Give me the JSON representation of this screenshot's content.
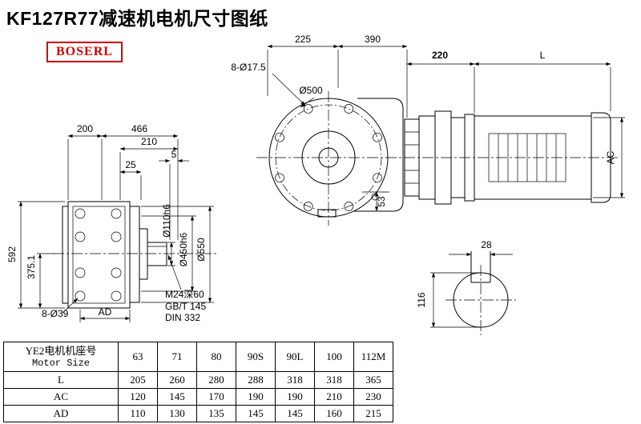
{
  "page": {
    "title": "KF127R77减速机电机尺寸图纸",
    "logo": "BOSERL"
  },
  "colors": {
    "brand_red": "#cc0000",
    "line": "#000000",
    "background": "#ffffff"
  },
  "drawing": {
    "front": {
      "bolt_pattern": "8-Ø17.5",
      "flange_od": "Ø500",
      "dim_a": "225",
      "dim_b": "390",
      "dim_c": "53"
    },
    "motor": {
      "dim_adapter": "220",
      "dim_length": "L",
      "dim_ac": "AC"
    },
    "side": {
      "dim_200": "200",
      "dim_466": "466",
      "dim_210": "210",
      "dim_5": "5",
      "dim_25": "25",
      "dim_592": "592",
      "dim_375": "375.1",
      "bolt_pattern": "8-Ø39",
      "dim_ad": "AD",
      "shaft_dia": "Ø110h6",
      "spigot_dia": "Ø450h6",
      "flange_od": "Ø550",
      "tap_note1": "M24深60",
      "tap_note2": "GB/T 145",
      "tap_note3": "DIN 332"
    },
    "shaft_section": {
      "key_width": "28",
      "shaft_dia": "116"
    }
  },
  "table": {
    "header": {
      "label_line1": "YE2电机机座号",
      "label_line2": "Motor Size",
      "columns": [
        "63",
        "71",
        "80",
        "90S",
        "90L",
        "100",
        "112M"
      ]
    },
    "rows": [
      {
        "label": "L",
        "values": [
          "205",
          "260",
          "280",
          "288",
          "318",
          "318",
          "365"
        ]
      },
      {
        "label": "AC",
        "values": [
          "120",
          "145",
          "170",
          "190",
          "190",
          "210",
          "230"
        ]
      },
      {
        "label": "AD",
        "values": [
          "110",
          "130",
          "135",
          "145",
          "145",
          "160",
          "215"
        ]
      }
    ]
  }
}
